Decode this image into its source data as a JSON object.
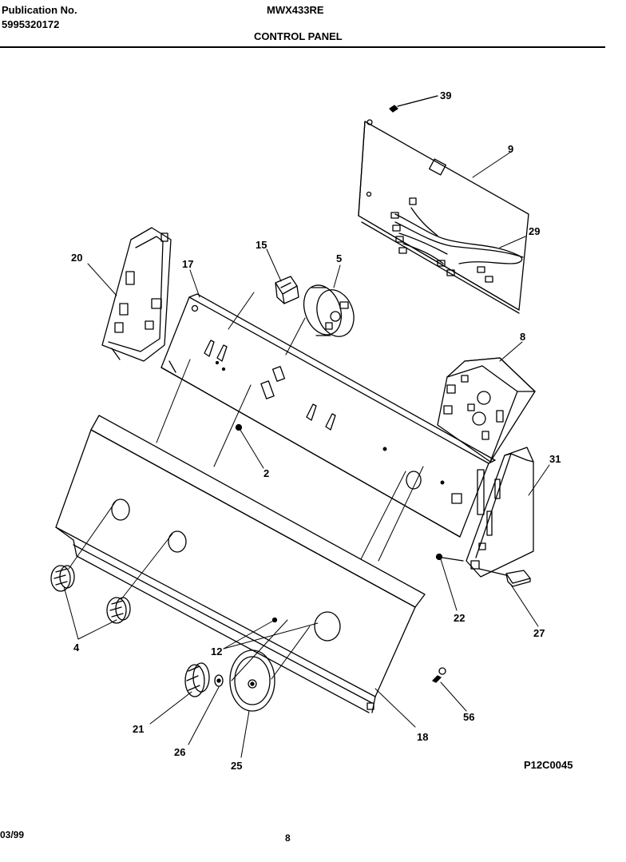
{
  "header": {
    "publication_label": "Publication No.",
    "publication_number": "5995320172",
    "model": "MWX433RE",
    "section_title": "CONTROL PANEL"
  },
  "drawing_code": "P12C0045",
  "footer": {
    "date": "03/99",
    "page": "8"
  },
  "callouts": {
    "c39": "39",
    "c9": "9",
    "c29": "29",
    "c20": "20",
    "c15": "15",
    "c5": "5",
    "c17": "17",
    "c8": "8",
    "c31": "31",
    "c2": "2",
    "c22": "22",
    "c27": "27",
    "c4": "4",
    "c12": "12",
    "c18": "18",
    "c56": "56",
    "c21": "21",
    "c26": "26",
    "c25": "25"
  }
}
